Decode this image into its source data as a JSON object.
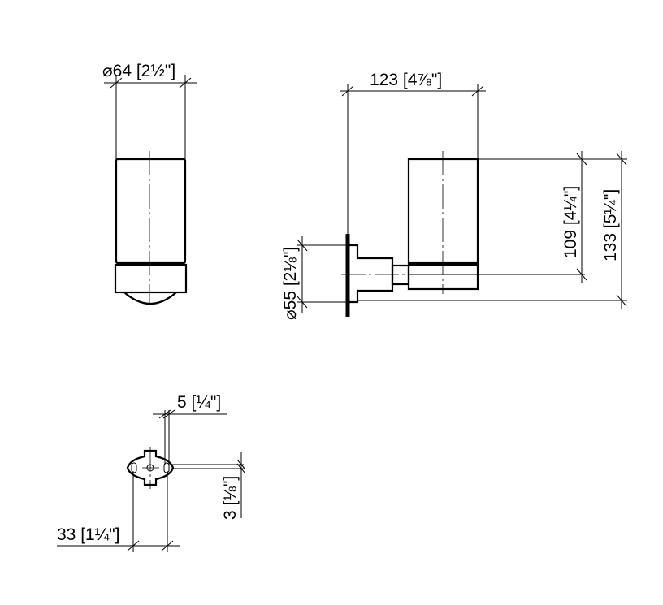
{
  "drawing": {
    "front_view": {
      "diameter_label": "⌀64 [2½\"]"
    },
    "side_view": {
      "depth_label": "123 [4⅞\"]",
      "height_109_label": "109 [4¼\"]",
      "height_133_label": "133 [5¼\"]",
      "rosette_diameter_label": "⌀55 [2⅛\"]"
    },
    "mount_plate_view": {
      "offset_5_label": "5 [¼\"]",
      "offset_3_label": "3 [⅛\"]",
      "hole_spacing_label": "33 [1¼\"]"
    }
  }
}
